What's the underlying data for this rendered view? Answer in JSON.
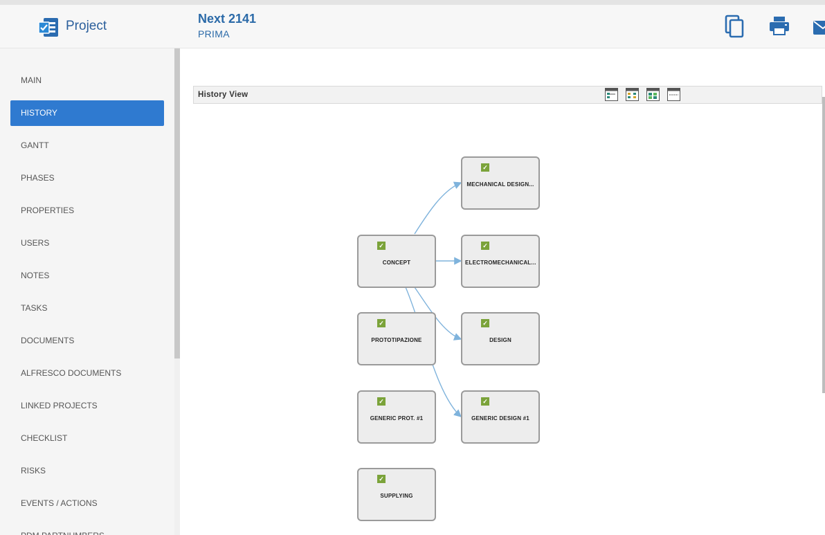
{
  "app": {
    "name": "Project"
  },
  "project": {
    "title": "Next 2141",
    "subtitle": "PRIMA"
  },
  "toolbar": {
    "icons": [
      "copy-icon",
      "print-icon",
      "mail-icon"
    ]
  },
  "sidebar": {
    "items": [
      {
        "label": "MAIN",
        "active": false
      },
      {
        "label": "HISTORY",
        "active": true
      },
      {
        "label": "GANTT",
        "active": false
      },
      {
        "label": "PHASES",
        "active": false
      },
      {
        "label": "PROPERTIES",
        "active": false
      },
      {
        "label": "USERS",
        "active": false
      },
      {
        "label": "NOTES",
        "active": false
      },
      {
        "label": "TASKS",
        "active": false
      },
      {
        "label": "DOCUMENTS",
        "active": false
      },
      {
        "label": "ALFRESCO DOCUMENTS",
        "active": false
      },
      {
        "label": "LINKED PROJECTS",
        "active": false
      },
      {
        "label": "CHECKLIST",
        "active": false
      },
      {
        "label": "RISKS",
        "active": false
      },
      {
        "label": "EVENTS / ACTIONS",
        "active": false
      },
      {
        "label": "PDM PARTNUMBERS",
        "active": false
      }
    ]
  },
  "history_view": {
    "title": "History View",
    "view_buttons": [
      "layout-horizontal-icon",
      "layout-vertical-icon",
      "layout-grid-icon",
      "layout-list-icon"
    ],
    "nodes": [
      {
        "id": "mech",
        "label": "MECHANICAL DESIGN...",
        "status": "✓"
      },
      {
        "id": "concept",
        "label": "CONCEPT",
        "status": "✓"
      },
      {
        "id": "electro",
        "label": "ELECTROMECHANICAL...",
        "status": "✓"
      },
      {
        "id": "proto",
        "label": "PROTOTIPAZIONE",
        "status": "✓"
      },
      {
        "id": "design",
        "label": "DESIGN",
        "status": "✓"
      },
      {
        "id": "genproto",
        "label": "GENERIC PROT. #1",
        "status": "✓"
      },
      {
        "id": "gendesign",
        "label": "GENERIC DESIGN #1",
        "status": "✓"
      },
      {
        "id": "supplying",
        "label": "SUPPLYING",
        "status": "✓"
      }
    ],
    "edges": [
      {
        "from": "concept",
        "to": "mech"
      },
      {
        "from": "concept",
        "to": "electro"
      },
      {
        "from": "concept",
        "to": "design"
      },
      {
        "from": "concept",
        "to": "gendesign"
      }
    ],
    "colors": {
      "edge": "#7fb3dc",
      "node_fill": "#ededed",
      "node_border": "#9a9a9a",
      "check": "#7ba33a"
    }
  },
  "colors": {
    "accent": "#2f7ad0",
    "brand": "#2b6aa8"
  }
}
